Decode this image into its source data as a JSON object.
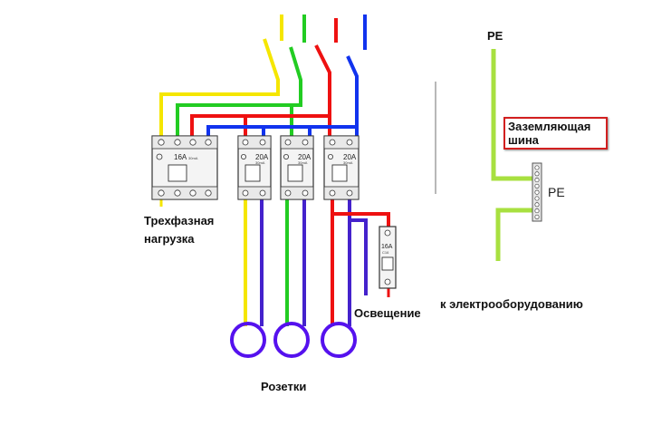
{
  "labels": {
    "three_phase_load": [
      "Трехфазная",
      "нагрузка"
    ],
    "outlets": "Розетки",
    "lighting": "Освещение",
    "to_equipment": "к электрооборудованию",
    "pe_top": "PE",
    "pe_bus": "PE",
    "ground_bus": [
      "Заземляющая",
      "шина"
    ]
  },
  "devices": {
    "rcd_three_phase": {
      "rating": "16A",
      "sub": "30mA"
    },
    "rcd_1": {
      "rating": "20A",
      "sub": "30mA"
    },
    "rcd_2": {
      "rating": "20A",
      "sub": "30mA"
    },
    "rcd_3": {
      "rating": "20A",
      "sub": "30mA"
    },
    "breaker": {
      "rating": "16A",
      "sub": "C16"
    }
  },
  "wire_colors": {
    "phase_l1": "#f5e600",
    "phase_l2": "#22cc22",
    "phase_l3": "#ee1111",
    "neutral": "#1133ee",
    "pe": "#a8e040",
    "load_neutral": "#4422cc",
    "outlet_ring": "#5511ee"
  }
}
